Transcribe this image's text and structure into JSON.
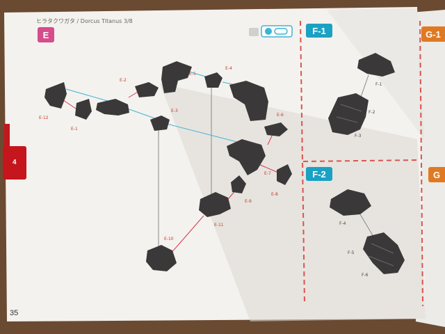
{
  "manual": {
    "header": "ヒラタクワガタ / Dorcus Titanus   3/8",
    "page_number": "35",
    "side_tab": "4",
    "step_main": "E",
    "steps_right": [
      "F-1",
      "F-2"
    ],
    "steps_next": [
      "G-1",
      "G"
    ],
    "part_labels_red": [
      "E-1",
      "E-2",
      "E-3",
      "E-4",
      "E-5",
      "E-6",
      "E-7",
      "E-8",
      "E-9",
      "E-10",
      "E-11",
      "E-12"
    ],
    "part_labels_gray": [
      "F-1",
      "F-2",
      "F-3",
      "F-4",
      "F-5",
      "F-6"
    ]
  },
  "colors": {
    "paper": "#f4f2ee",
    "table": "#6b4a32",
    "part": "#3a3838",
    "pink_badge": "#d64d8c",
    "teal_badge": "#1aa1c4",
    "orange_badge": "#e07a22",
    "red_tab": "#c4161c",
    "dash": "#d9534f",
    "leader_cyan": "#3fb3d4",
    "leader_red": "#d9334f"
  }
}
